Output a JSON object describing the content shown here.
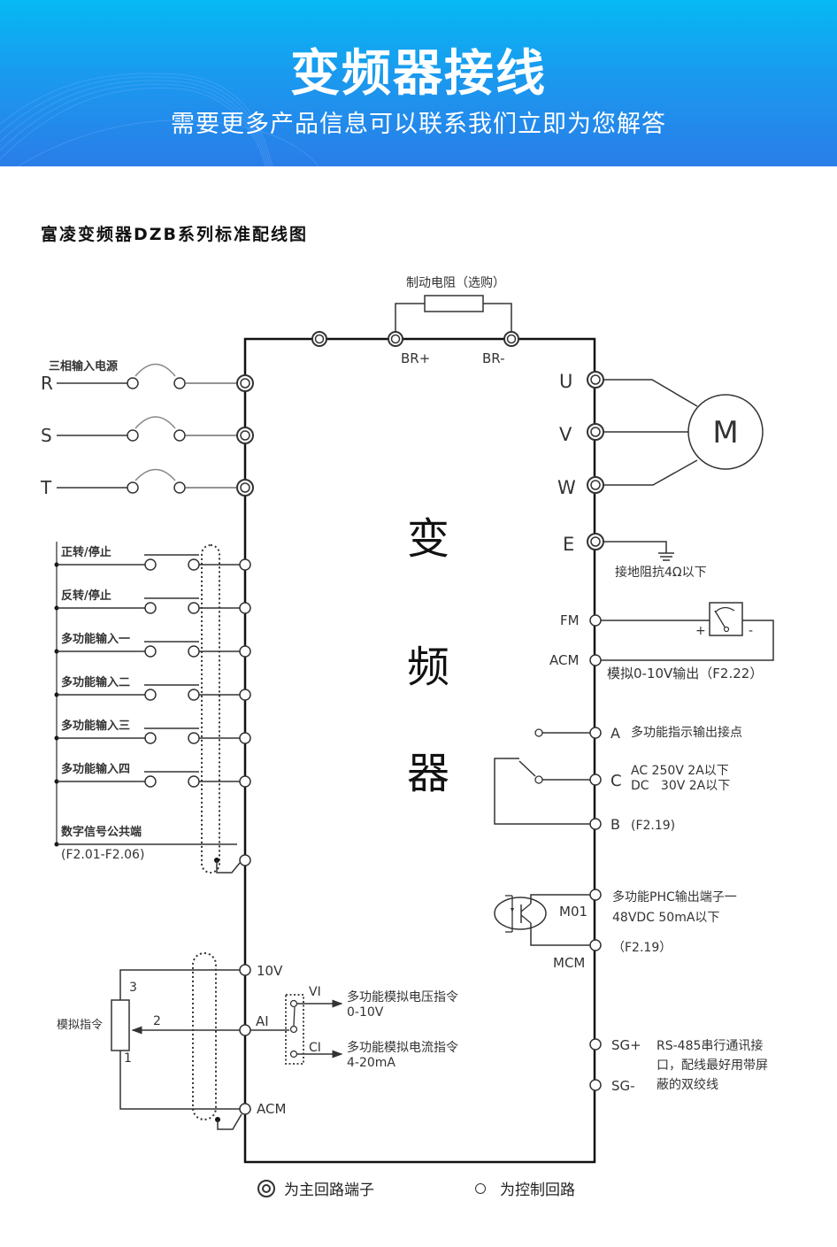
{
  "banner": {
    "title": "变频器接线",
    "subtitle": "需要更多产品信息可以联系我们立即为您解答",
    "colors": {
      "top": "#06b9f4",
      "bottom": "#2a7de8",
      "text": "#ffffff"
    }
  },
  "diagram": {
    "title": "富凌变频器DZB系列标准配线图",
    "inverter_label": [
      "变",
      "频",
      "器"
    ],
    "brake_resistor": {
      "label": "制动电阻（选购）",
      "terminals": [
        "BR+",
        "BR-"
      ]
    },
    "power_input": {
      "label": "三相输入电源",
      "phases": [
        "R",
        "S",
        "T"
      ]
    },
    "motor_output": {
      "terminals": [
        "U",
        "V",
        "W",
        "E"
      ],
      "motor_label": "M",
      "ground_note": "接地阻抗4Ω以下"
    },
    "digital_inputs": {
      "items": [
        "正转/停止",
        "反转/停止",
        "多功能输入一",
        "多功能输入二",
        "多功能输入三",
        "多功能输入四"
      ],
      "common_label": "数字信号公共端",
      "common_param": "(F2.01-F2.06)"
    },
    "analog_output": {
      "terminals": [
        "FM",
        "ACM"
      ],
      "meter_plus": "+",
      "meter_minus": "-",
      "note": "模拟0-10V输出（F2.22）"
    },
    "relay_output": {
      "terminals": [
        "A",
        "C",
        "B"
      ],
      "a_note": "多功能指示输出接点",
      "c_note_1": "AC 250V 2A以下",
      "c_note_2": "DC   30V 2A以下",
      "b_note": "(F2.19)"
    },
    "phc_output": {
      "terminals": [
        "M01",
        "MCM"
      ],
      "note_1": "多功能PHC输出端子一",
      "note_2": "48VDC 50mA以下",
      "note_3": "（F2.19）"
    },
    "analog_input": {
      "terminals": [
        "10V",
        "AI",
        "ACM"
      ],
      "pot_label": "模拟指令",
      "pot_pins": [
        "3",
        "2",
        "1"
      ],
      "vi_label": "VI",
      "ci_label": "CI",
      "vi_note_1": "多功能模拟电压指令",
      "vi_note_2": "0-10V",
      "ci_note_1": "多功能模拟电流指令",
      "ci_note_2": "4-20mA"
    },
    "communication": {
      "terminals": [
        "SG+",
        "SG-"
      ],
      "note_1": "RS-485串行通讯接",
      "note_2": "口，配线最好用带屏",
      "note_3": "蔽的双绞线"
    }
  },
  "legend": {
    "main_circuit": "为主回路端子",
    "control_circuit": "为控制回路"
  }
}
